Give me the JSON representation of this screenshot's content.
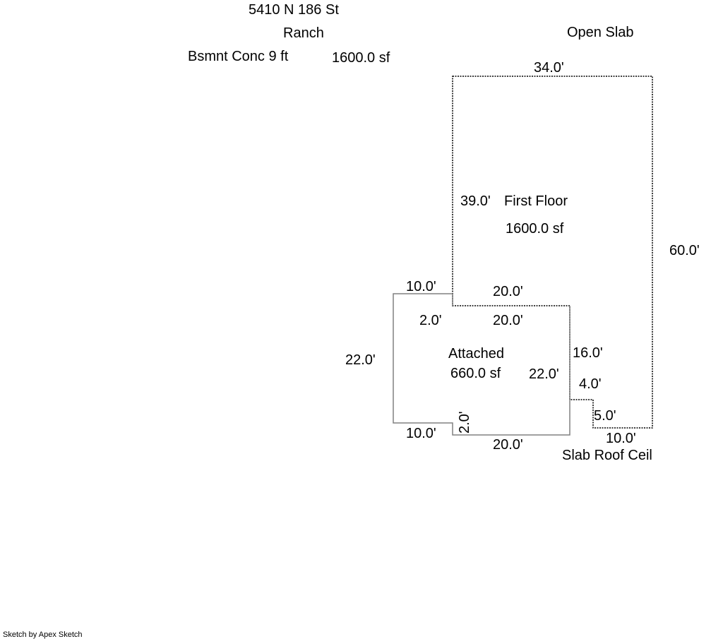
{
  "header": {
    "address": "5410 N 186 St",
    "style": "Ranch",
    "basement": "Bsmnt Conc 9 ft",
    "basement_area": "1600.0 sf"
  },
  "first_floor": {
    "name": "First Floor",
    "area": "1600.0 sf",
    "top_label": "Open Slab",
    "dims": {
      "top": "34.0'",
      "right": "60.0'",
      "left": "39.0'",
      "notch_top": "20.0'",
      "notch_step_vertical": "16.0'",
      "small_step_vertical": "4.0'",
      "small_step_horizontal": "5.0'",
      "bottom": "10.0'"
    },
    "bottom_note": "Slab Roof Ceil"
  },
  "garage": {
    "name": "Attached",
    "area": "660.0 sf",
    "dims": {
      "top": "10.0'",
      "top_step": "2.0'",
      "top_inner": "20.0'",
      "left": "22.0'",
      "right": "22.0'",
      "bottom_left": "10.0'",
      "bottom_step": "2.0'",
      "bottom_right": "20.0'"
    }
  },
  "footer": {
    "credit": "Sketch by Apex Sketch"
  },
  "colors": {
    "line": "#000000",
    "garage_line": "#808080",
    "background": "#ffffff"
  }
}
